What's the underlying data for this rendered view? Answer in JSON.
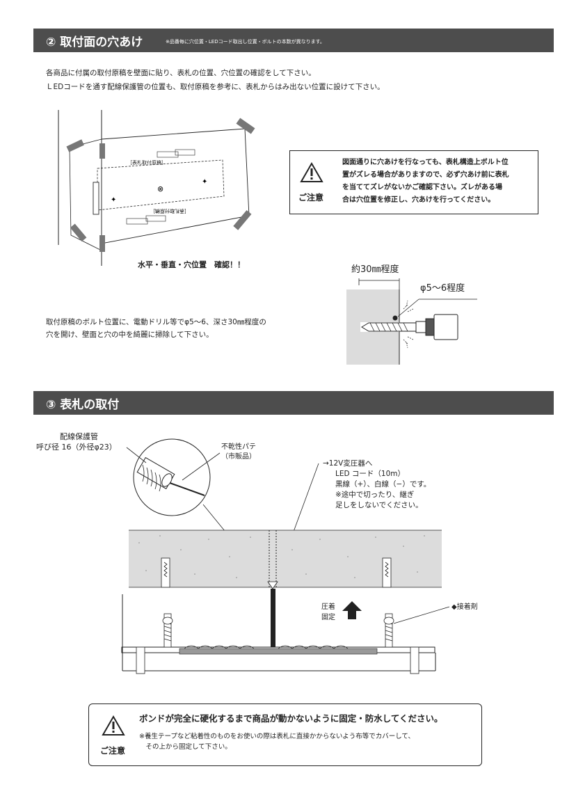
{
  "section2": {
    "title": "② 取付面の穴あけ",
    "note": "※品番毎に穴位置・LEDコード取出し位置・ボルトの本数が異なります。",
    "line1": "各商品に付属の取付原稿を壁面に貼り、表札の位置、穴位置の確認をして下さい。",
    "line2": "ＬEDコードを通す配線保護管の位置も、取付原稿を参考に、表札からはみ出ない位置に設けて下さい。",
    "template_title": "［表札取付原稿］",
    "level_caption": "水平・垂直・穴位置　確認！！",
    "caution_word": "ご注意",
    "caution_lines": [
      "図面通りに穴あけを行なっても、表札構造上ボルト位",
      "置がズレる場合がありますので、必ず穴あけ前に表札",
      "を当ててズレがないかご確認下さい。ズレがある場",
      "合は穴位置を修正し、穴あけを行ってください。"
    ],
    "depth_label": "約30㎜程度",
    "dia_label": "φ5～6程度",
    "drill_lines": [
      "取付原稿のボルト位置に、電動ドリル等でφ5～6、深さ30㎜程度の",
      "穴を開け、壁面と穴の中を綺麗に掃除して下さい。"
    ]
  },
  "section3": {
    "title": "③ 表札の取付",
    "conduit_label_1": "配線保護管",
    "conduit_label_2": "呼び径 16（外径φ23）",
    "putty_label_1": "不乾性パテ",
    "putty_label_2": "（市販品）",
    "led_lines": [
      "→12V変圧器へ",
      "LED コード（10m）",
      "黒線（+）、白線（−）です。",
      "※途中で切ったり、継ぎ",
      "足しをしないでください。"
    ],
    "press_1": "圧着",
    "press_2": "固定",
    "adhesive_label": "◆接着剤",
    "caution_word": "ご注意",
    "caution_main": "ボンドが完全に硬化するまで商品が動かないように固定・防水してください。",
    "caution_sub_1": "※養生テープなど粘着性のものをお使いの際は表札に直接かからないよう布等でカバーして、",
    "caution_sub_2": "　その上から固定して下さい。"
  },
  "colors": {
    "band": "#4d4d4d",
    "wall": "#dcdcdc",
    "tape": "#777777"
  }
}
